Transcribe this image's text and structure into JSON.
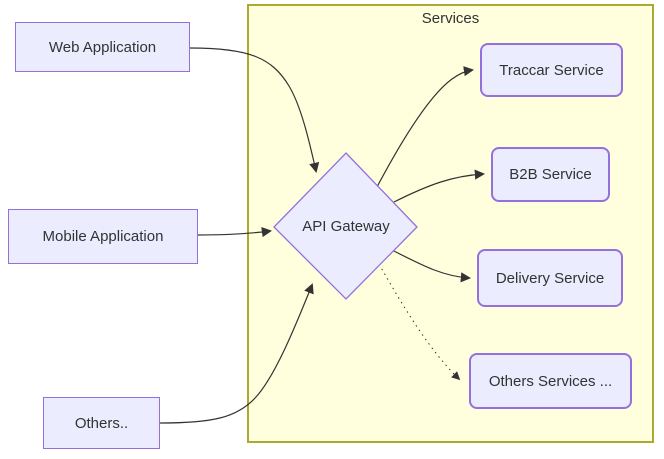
{
  "container": {
    "label": "Services"
  },
  "clients": [
    {
      "label": "Web Application"
    },
    {
      "label": "Mobile Application"
    },
    {
      "label": "Others.."
    }
  ],
  "gateway": {
    "label": "API Gateway"
  },
  "services": [
    {
      "label": "Traccar Service"
    },
    {
      "label": "B2B Service"
    },
    {
      "label": "Delivery Service"
    },
    {
      "label": "Others Services ..."
    }
  ],
  "edges": [
    {
      "from": "Web Application",
      "to": "API Gateway",
      "style": "solid"
    },
    {
      "from": "Mobile Application",
      "to": "API Gateway",
      "style": "solid"
    },
    {
      "from": "Others..",
      "to": "API Gateway",
      "style": "solid"
    },
    {
      "from": "API Gateway",
      "to": "Traccar Service",
      "style": "solid"
    },
    {
      "from": "API Gateway",
      "to": "B2B Service",
      "style": "solid"
    },
    {
      "from": "API Gateway",
      "to": "Delivery Service",
      "style": "solid"
    },
    {
      "from": "API Gateway",
      "to": "Others Services ...",
      "style": "dotted"
    }
  ],
  "colors": {
    "node_fill": "#ECECFF",
    "node_border": "#9370DB",
    "container_fill": "#FFFFDE",
    "container_border": "#AAAA33",
    "edge_color": "#333333",
    "text_color": "#333333",
    "background": "#FFFFFF"
  }
}
